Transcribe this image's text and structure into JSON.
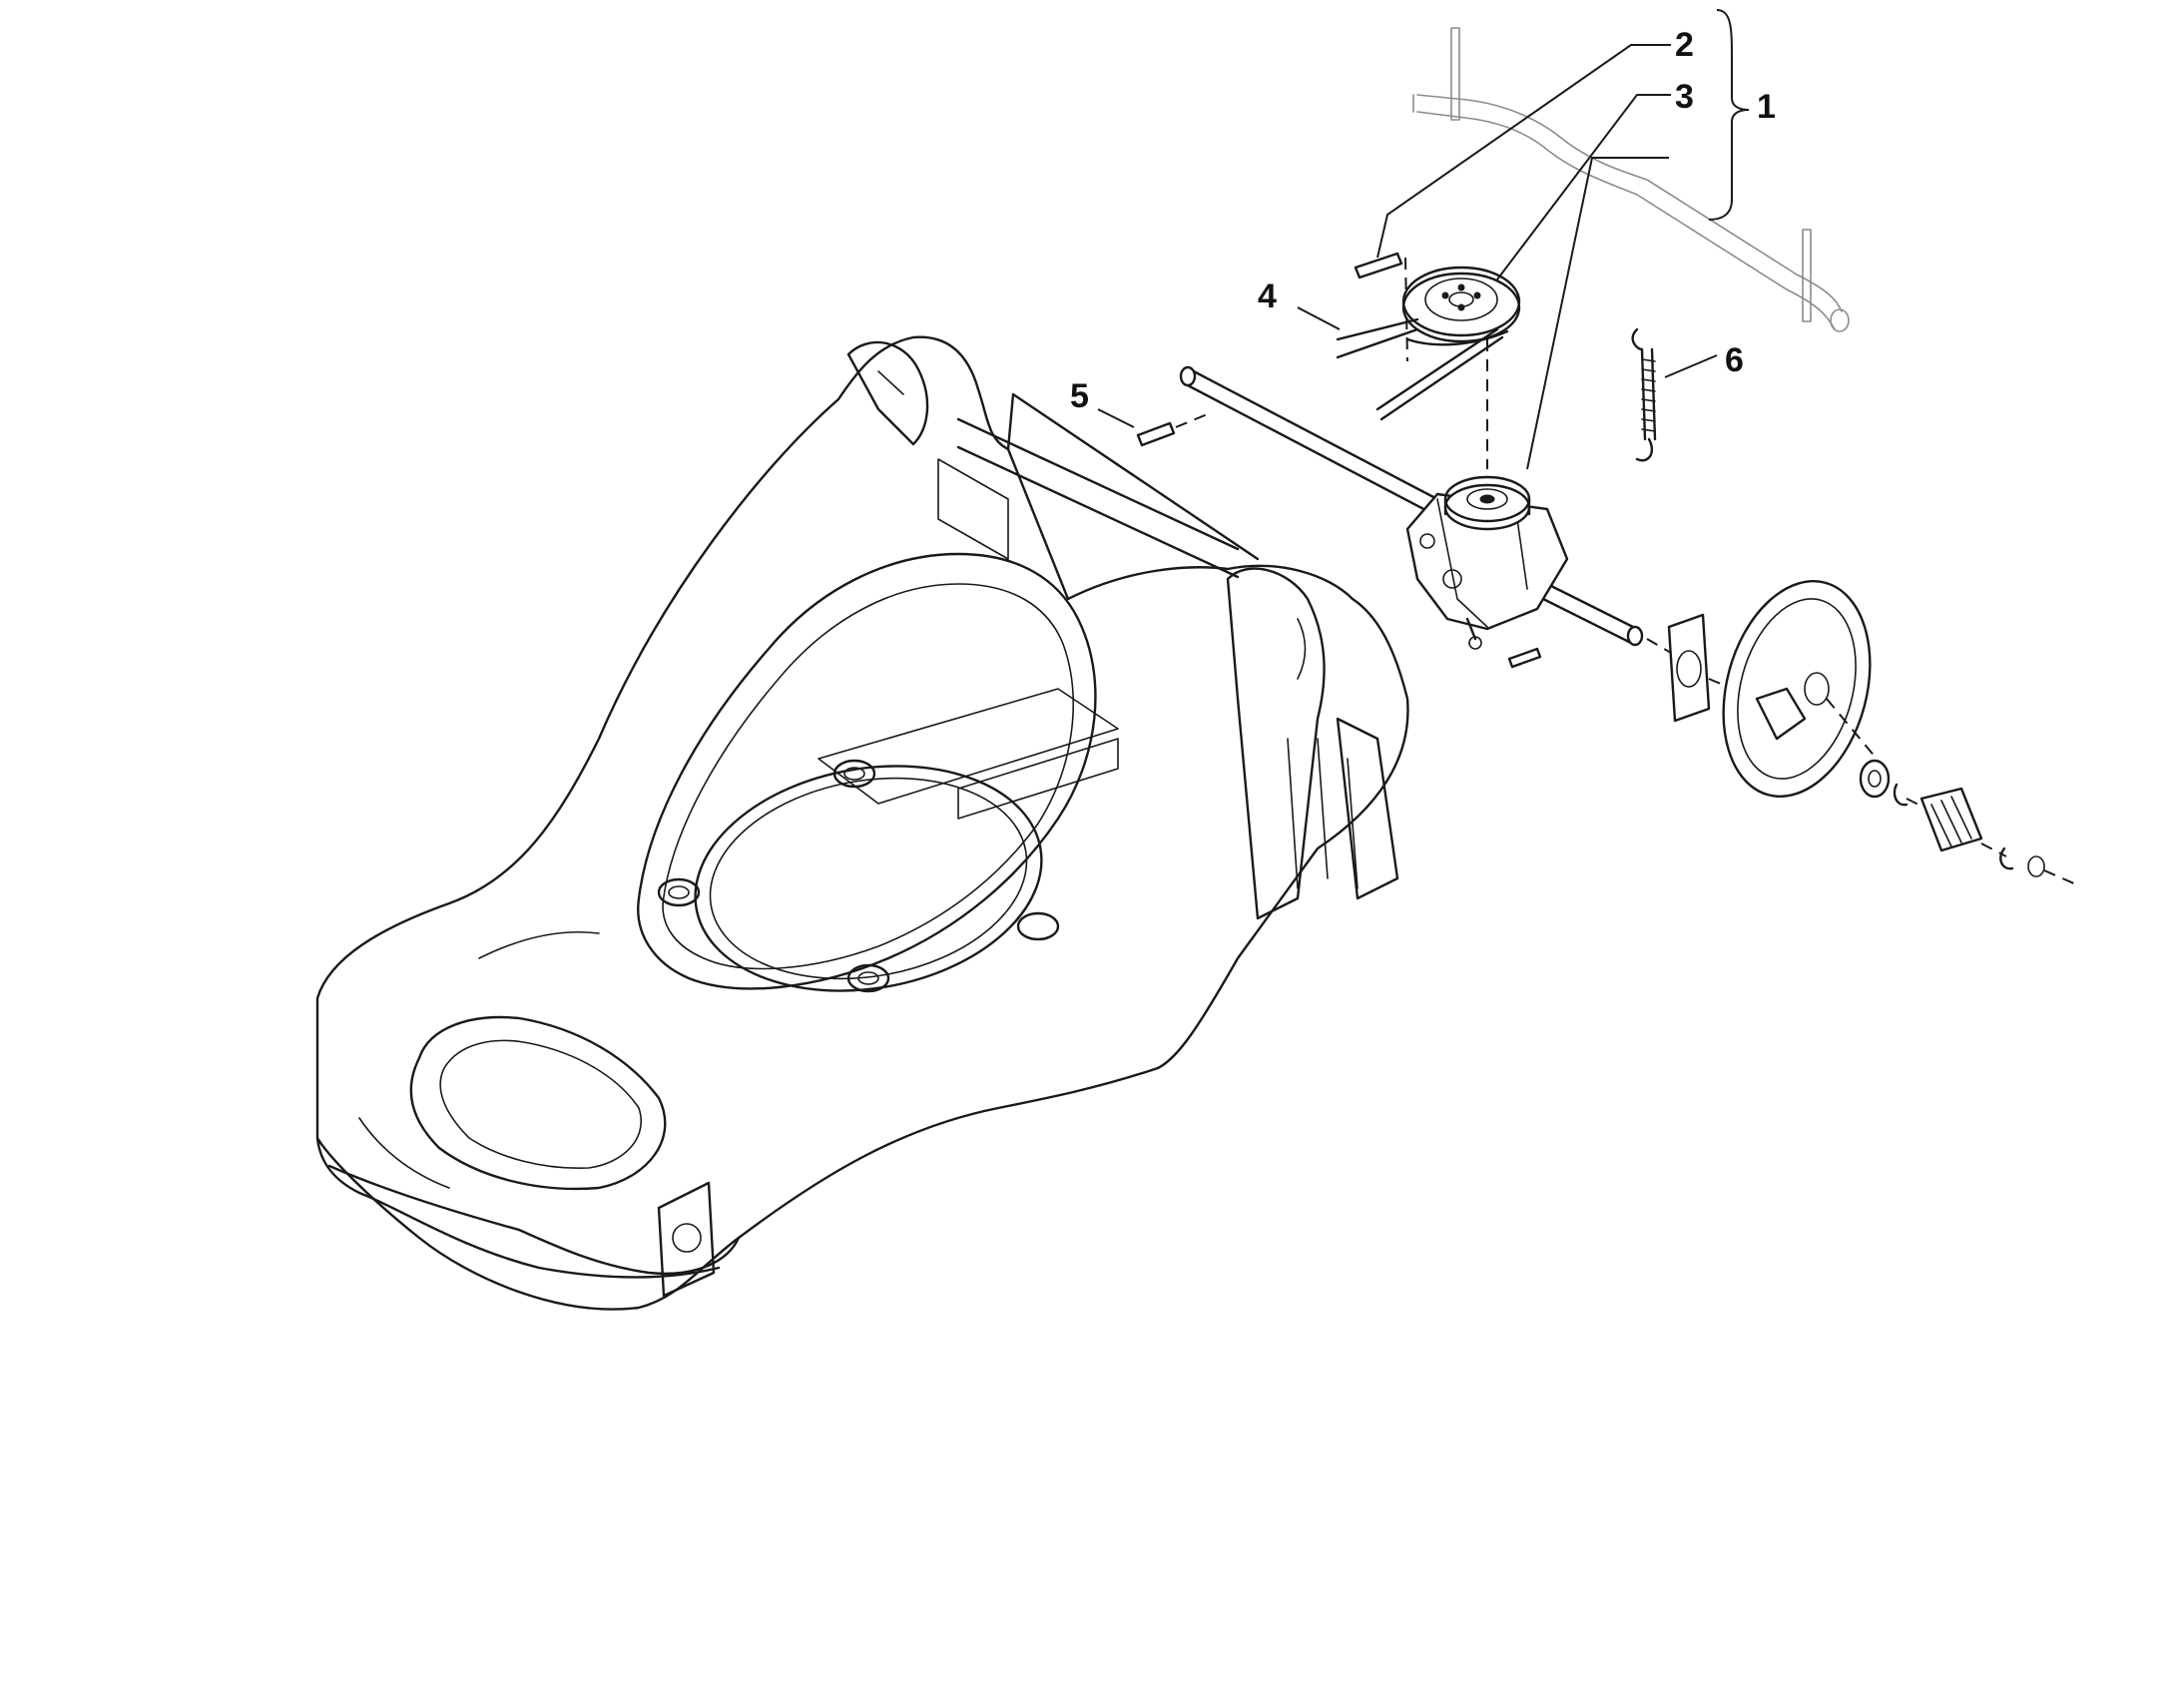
{
  "callouts": [
    {
      "id": "1",
      "label": "1"
    },
    {
      "id": "2",
      "label": "2"
    },
    {
      "id": "3",
      "label": "3"
    },
    {
      "id": "4",
      "label": "4"
    },
    {
      "id": "5",
      "label": "5"
    },
    {
      "id": "6",
      "label": "6"
    }
  ],
  "colors": {
    "line": "#1a1a1a",
    "faint": "#8c8c8c",
    "background": "#ffffff"
  }
}
